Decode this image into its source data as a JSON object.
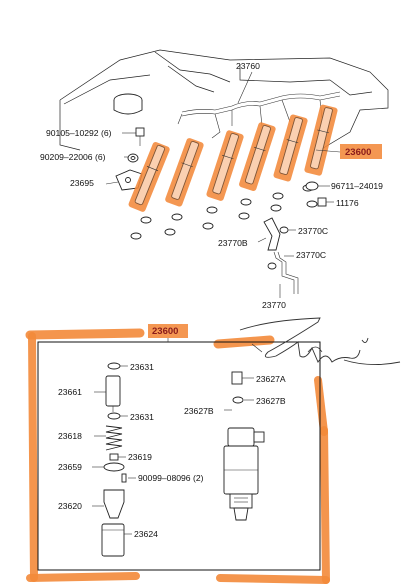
{
  "highlight_color": "#f3893a",
  "label_color": "#8a1b1b",
  "top": {
    "labels": {
      "pipe_23760": "23760",
      "inj_23600": "23600",
      "b_90105": "90105–10292 (6)",
      "b_90209": "90209–22006 (6)",
      "b_23695": "23695",
      "b_96711": "96711–24019",
      "b_11176": "11176",
      "b_23770C_a": "23770C",
      "b_23770B": "23770B",
      "b_23770C_b": "23770C",
      "b_23770": "23770"
    }
  },
  "bottom": {
    "labels": {
      "header_23600": "23600",
      "p_23631a": "23631",
      "p_23661": "23661",
      "p_23631b": "23631",
      "p_23618": "23618",
      "p_23619": "23619",
      "p_23659": "23659",
      "p_90099": "90099–08096 (2)",
      "p_23620": "23620",
      "p_23624": "23624",
      "p_23627A": "23627A",
      "p_23627B_r": "23627B",
      "p_23627B_l": "23627B"
    }
  }
}
